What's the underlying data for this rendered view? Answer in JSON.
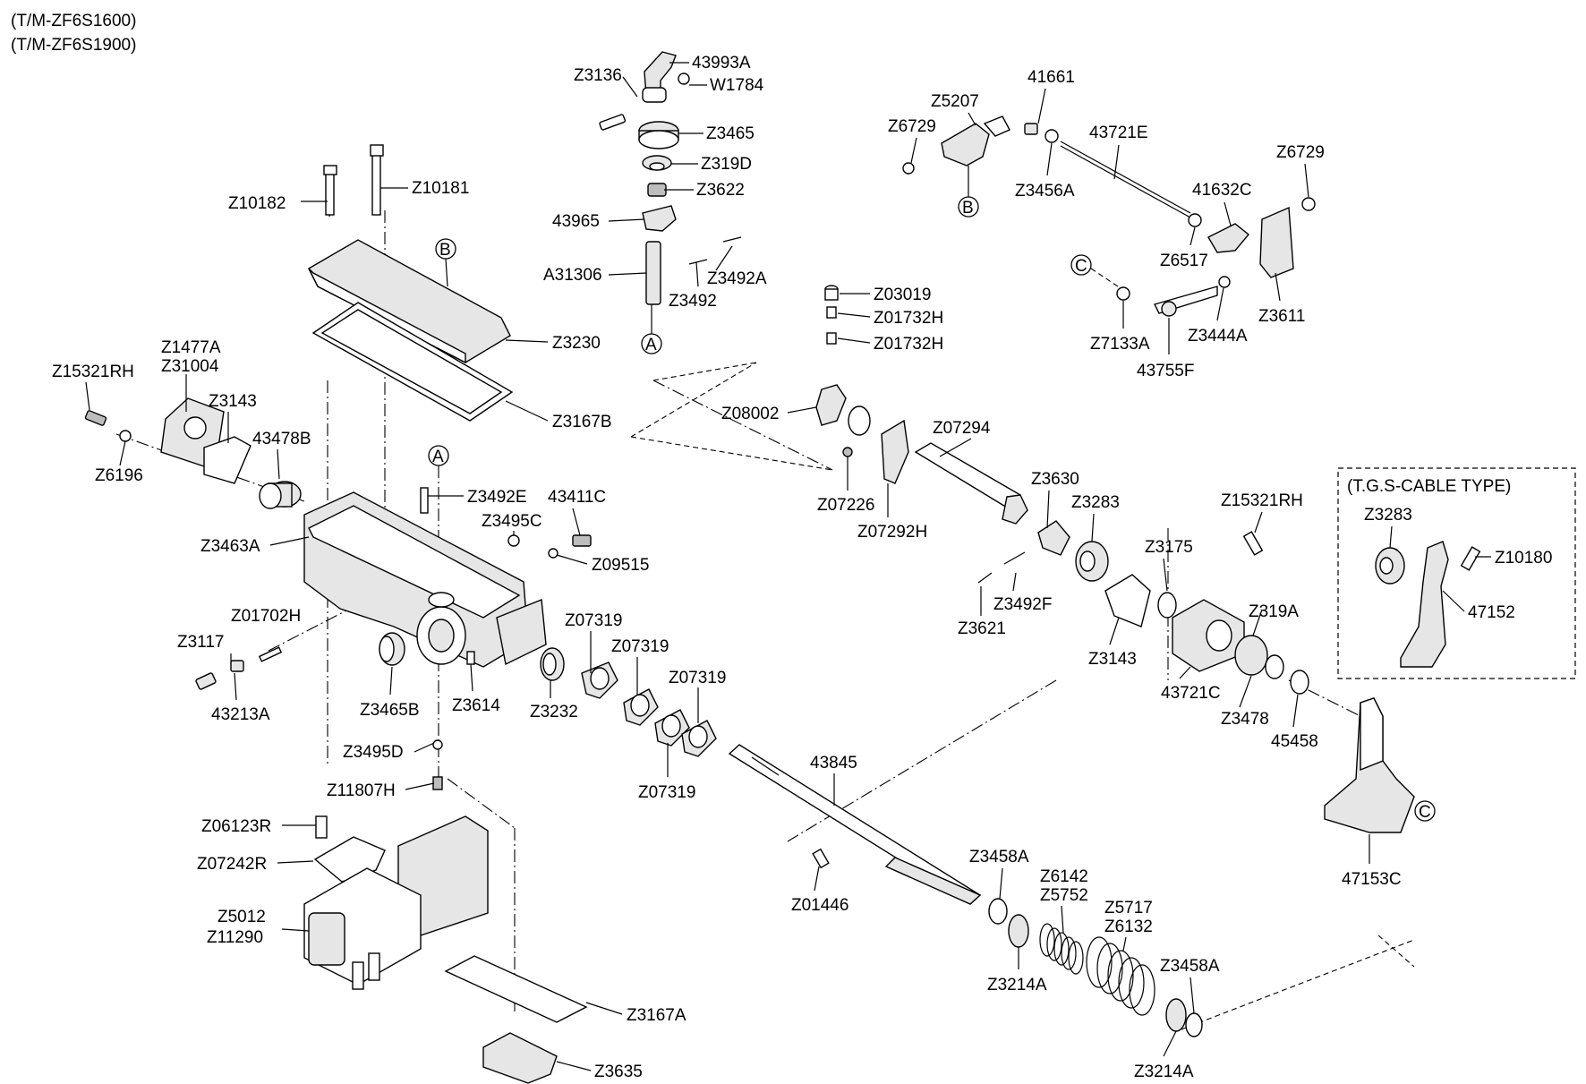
{
  "header": [
    "(T/M-ZF6S1600)",
    "(T/M-ZF6S1900)"
  ],
  "inset": {
    "title": "(T.G.S-CABLE TYPE)"
  },
  "markers": {
    "A": "A",
    "B": "B",
    "C": "C"
  },
  "labels": {
    "z3136": "Z3136",
    "p43993a": "43993A",
    "w1784": "W1784",
    "z3465": "Z3465",
    "z319d": "Z319D",
    "z3622": "Z3622",
    "p43965": "43965",
    "a31306": "A31306",
    "z3492a": "Z3492A",
    "z3492": "Z3492",
    "z10182": "Z10182",
    "z10181": "Z10181",
    "z3230": "Z3230",
    "z3167b": "Z3167B",
    "z15321rh_l": "Z15321RH",
    "z1477a": "Z1477A",
    "z31004": "Z31004",
    "z3143_l": "Z3143",
    "p43478b": "43478B",
    "z6196": "Z6196",
    "z3492e": "Z3492E",
    "p43411c": "43411C",
    "z3495c": "Z3495C",
    "z09515": "Z09515",
    "z3463a": "Z3463A",
    "z01702h": "Z01702H",
    "z3117": "Z3117",
    "p43213a": "43213A",
    "z3465b": "Z3465B",
    "z3614": "Z3614",
    "z3495d": "Z3495D",
    "z11807h": "Z11807H",
    "z06123r": "Z06123R",
    "z07242r": "Z07242R",
    "z5012": "Z5012",
    "z11290": "Z11290",
    "z3167a": "Z3167A",
    "z3635": "Z3635",
    "z07319_a": "Z07319",
    "z07319_b": "Z07319",
    "z07319_c": "Z07319",
    "z07319_d": "Z07319",
    "z3232": "Z3232",
    "p43845": "43845",
    "z01446": "Z01446",
    "z03019": "Z03019",
    "z01732h_a": "Z01732H",
    "z01732h_b": "Z01732H",
    "z08002": "Z08002",
    "z07294": "Z07294",
    "z07226": "Z07226",
    "z07292h": "Z07292H",
    "z3630": "Z3630",
    "z3283": "Z3283",
    "z3175": "Z3175",
    "z15321rh_r": "Z15321RH",
    "z3492f": "Z3492F",
    "z3621": "Z3621",
    "z3143_r": "Z3143",
    "z319a": "Z319A",
    "p43721c": "43721C",
    "z3478": "Z3478",
    "p45458": "45458",
    "p47153c": "47153C",
    "z3458a_a": "Z3458A",
    "z6142": "Z6142",
    "z5752": "Z5752",
    "z5717": "Z5717",
    "z6132": "Z6132",
    "z3458a_b": "Z3458A",
    "z3214a_a": "Z3214A",
    "z3214a_b": "Z3214A",
    "p41661": "41661",
    "z5207": "Z5207",
    "z6729_a": "Z6729",
    "p43721e": "43721E",
    "z6729_b": "Z6729",
    "z3456a": "Z3456A",
    "p41632c": "41632C",
    "z6517": "Z6517",
    "z7133a": "Z7133A",
    "z3444a": "Z3444A",
    "z3611": "Z3611",
    "p43755f": "43755F",
    "z3283_tgs": "Z3283",
    "z10180": "Z10180",
    "p47152": "47152"
  }
}
